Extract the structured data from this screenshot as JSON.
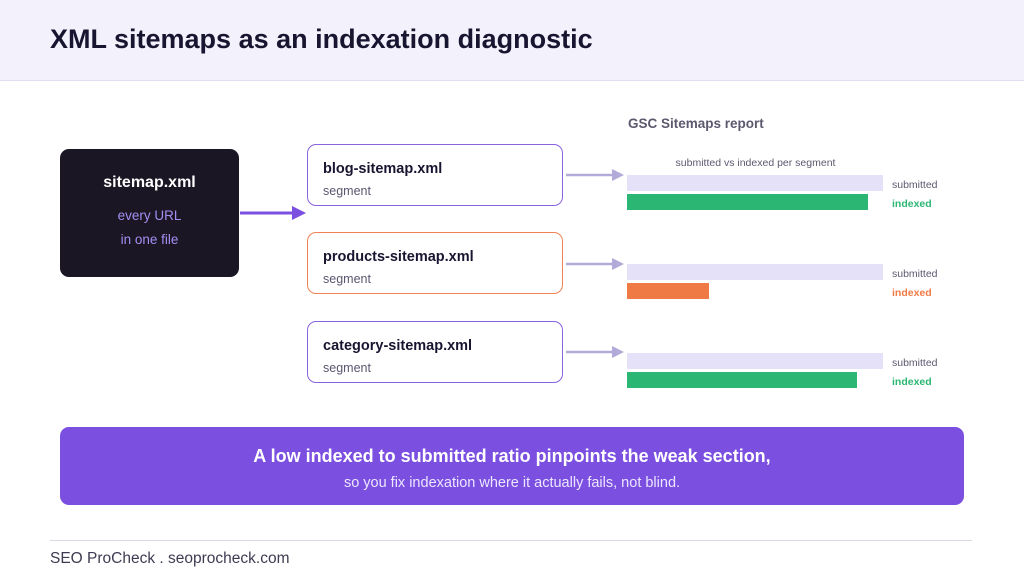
{
  "title": "XML sitemaps as an indexation diagnostic",
  "source": {
    "name": "sitemap.xml",
    "line1": "every URL",
    "line2": "in one file"
  },
  "segments": [
    {
      "name": "blog-sitemap.xml",
      "label": "segment",
      "status_color": "#8a63e0",
      "indexed_color": "#2bb673",
      "indexed_ratio": 0.94
    },
    {
      "name": "products-sitemap.xml",
      "label": "segment",
      "status_color": "#ef8354",
      "indexed_color": "#f07a45",
      "indexed_ratio": 0.32
    },
    {
      "name": "category-sitemap.xml",
      "label": "segment",
      "status_color": "#8a63e0",
      "indexed_color": "#2bb673",
      "indexed_ratio": 0.9
    }
  ],
  "report": {
    "title": "GSC Sitemaps report",
    "subtitle": "submitted vs indexed per segment",
    "submitted_label": "submitted",
    "indexed_label": "indexed"
  },
  "callout": {
    "line1": "A low indexed to submitted ratio pinpoints the weak section,",
    "line2": "so you fix indexation where it actually fails, not blind."
  },
  "footer": "SEO ProCheck . seoprocheck.com",
  "colors": {
    "accent": "#7b4fe0",
    "header_bg": "#f3f2fc",
    "ok": "#2bb673",
    "warn": "#f07a45"
  }
}
